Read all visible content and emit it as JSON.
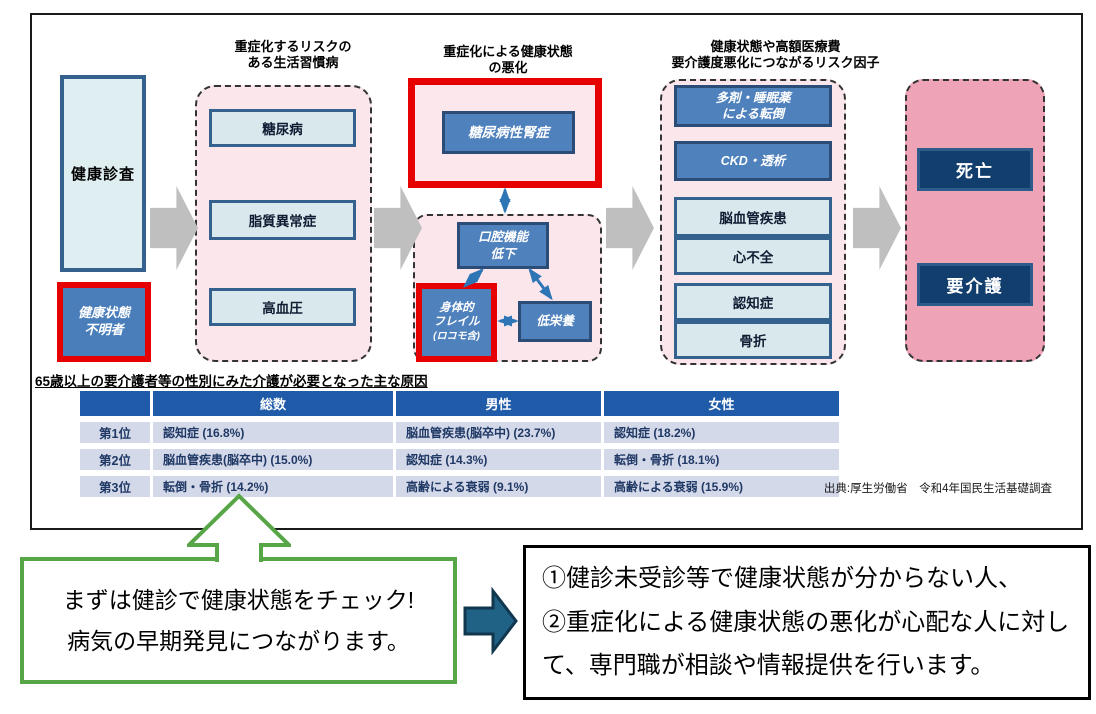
{
  "flow": {
    "stage1": {
      "checkup": "健康診査",
      "unknown": "健康状態\n不明者"
    },
    "stage2": {
      "header": "重症化するリスクの\nある生活習慣病",
      "items": [
        "糖尿病",
        "脂質異常症",
        "高血圧"
      ]
    },
    "stage3": {
      "header": "重症化による健康状態\nの悪化",
      "nephropathy": "糖尿病性腎症",
      "oral_decline": "口腔機能\n低下",
      "frailty": "身体的\nフレイル",
      "frailty_note": "(ロコモ含)",
      "malnutrition": "低栄養"
    },
    "stage4": {
      "header": "健康状態や高額医療費\n要介護度悪化につながるリスク因子",
      "highlighted": [
        "多剤・睡眠薬\nによる転倒",
        "CKD・透析"
      ],
      "items": [
        "脳血管疾患",
        "心不全",
        "認知症",
        "骨折"
      ]
    },
    "stage5": {
      "death": "死亡",
      "care_needed": "要介護"
    }
  },
  "table": {
    "title": "65歳以上の要介護者等の性別にみた介護が必要となった主な原因",
    "headers": [
      "",
      "総数",
      "男性",
      "女性"
    ],
    "rows": [
      [
        "第1位",
        "認知症 (16.8%)",
        "脳血管疾患(脳卒中) (23.7%)",
        "認知症 (18.2%)"
      ],
      [
        "第2位",
        "脳血管疾患(脳卒中) (15.0%)",
        "認知症 (14.3%)",
        "転倒・骨折 (18.1%)"
      ],
      [
        "第3位",
        "転倒・骨折 (14.2%)",
        "高齢による衰弱 (9.1%)",
        "高齢による衰弱 (15.9%)"
      ]
    ],
    "source": "出典:厚生労働省　令和4年国民生活基礎調査"
  },
  "callouts": {
    "left": "まずは健診で健康状態をチェック!\n病気の早期発見につながります。",
    "right": "①健診未受診等で健康状態が分からない人、\n②重症化による健康状態の悪化が心配な人に対し\nて、専門職が相談や情報提供を行います。"
  },
  "colors": {
    "accent_red": "#e60000",
    "mid_blue": "#4f81bd",
    "navy_box": "#123e6d",
    "table_header_blue": "#1f5ba8",
    "table_row": "#d4d9ea",
    "pink_light": "#fae6eb",
    "pink_dark": "#efa3b7",
    "green": "#56a546",
    "teal_arrow": "#1f6285",
    "gray_arrow": "#bfbfbf"
  }
}
